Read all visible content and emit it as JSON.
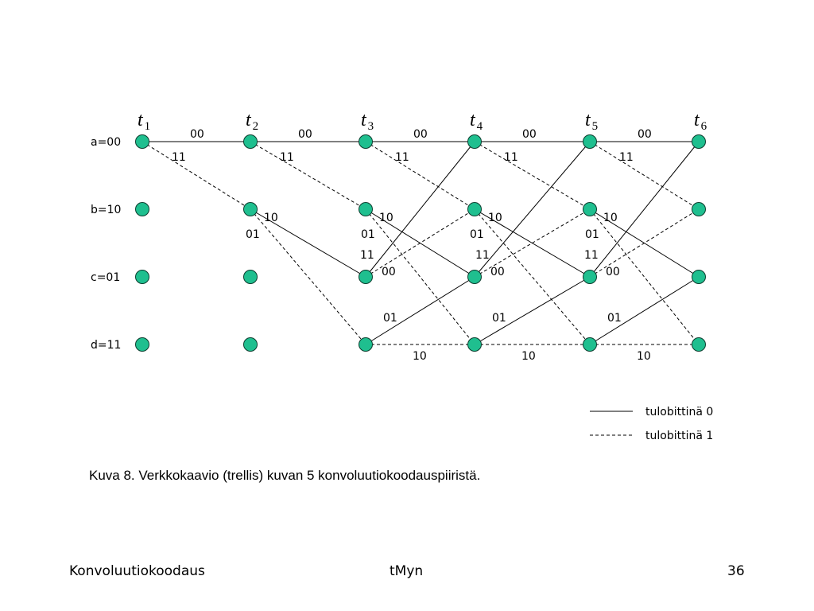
{
  "diagram": {
    "times": [
      {
        "id": "t1",
        "letter": "t",
        "sub": "1"
      },
      {
        "id": "t2",
        "letter": "t",
        "sub": "2"
      },
      {
        "id": "t3",
        "letter": "t",
        "sub": "3"
      },
      {
        "id": "t4",
        "letter": "t",
        "sub": "4"
      },
      {
        "id": "t5",
        "letter": "t",
        "sub": "5"
      },
      {
        "id": "t6",
        "letter": "t",
        "sub": "6"
      }
    ],
    "states": [
      {
        "id": "a",
        "label": "a=00"
      },
      {
        "id": "b",
        "label": "b=10"
      },
      {
        "id": "c",
        "label": "c=01"
      },
      {
        "id": "d",
        "label": "d=11"
      }
    ],
    "edges": [
      {
        "from": "a",
        "to": "a",
        "input": 0,
        "output": "00"
      },
      {
        "from": "a",
        "to": "b",
        "input": 1,
        "output": "11"
      },
      {
        "from": "b",
        "to": "c",
        "input": 0,
        "output": "10"
      },
      {
        "from": "b",
        "to": "d",
        "input": 1,
        "output": "01"
      },
      {
        "from": "c",
        "to": "a",
        "input": 0,
        "output": "11"
      },
      {
        "from": "c",
        "to": "b",
        "input": 1,
        "output": "00"
      },
      {
        "from": "d",
        "to": "c",
        "input": 0,
        "output": "01"
      },
      {
        "from": "d",
        "to": "d",
        "input": 1,
        "output": "10"
      }
    ],
    "node_color": "#1fbf8f",
    "legend": [
      {
        "style": "solid",
        "label": "tulobittinä 0"
      },
      {
        "style": "dashed",
        "label": "tulobittinä 1"
      }
    ]
  },
  "caption": "Kuva 8. Verkkokaavio (trellis) kuvan 5 konvoluutiokoodauspiiristä.",
  "footer": {
    "left": "Konvoluutiokoodaus",
    "center": "tMyn",
    "right": "36"
  }
}
